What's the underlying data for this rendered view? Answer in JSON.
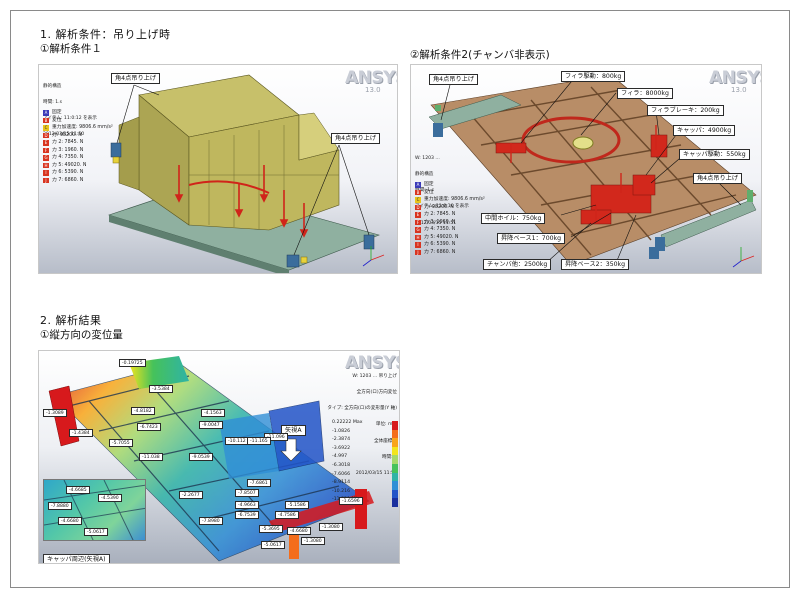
{
  "section1": {
    "title": "1. 解析条件：吊り上げ時",
    "sub1": "①解析条件１",
    "sub2": "②解析条件2(チャンバ非表示)"
  },
  "section2": {
    "title": "2. 解析結果",
    "sub1": "①縦方向の変位量"
  },
  "ansys": {
    "logo": "ANSYS",
    "version": "13.0"
  },
  "panel1": {
    "info": [
      "静的構造",
      "時間: 1.s",
      "アイテム: 11:0:12 を表示",
      "2012/03/15 11:50"
    ],
    "legend": [
      {
        "k": "A",
        "t": "固定",
        "c": "blue"
      },
      {
        "k": "B",
        "t": "変位",
        "c": "red"
      },
      {
        "k": "C",
        "t": "重力加速度: 9806.6 mm/s²",
        "c": "yellow"
      },
      {
        "k": "D",
        "t": "力: 98200. N",
        "c": "red"
      },
      {
        "k": "E",
        "t": "力 2: 7845. N",
        "c": "red"
      },
      {
        "k": "F",
        "t": "力 3: 1960. N",
        "c": "red"
      },
      {
        "k": "G",
        "t": "力 4: 7350. N",
        "c": "red"
      },
      {
        "k": "H",
        "t": "力 5: 49020. N",
        "c": "red"
      },
      {
        "k": "I",
        "t": "力 6: 5390. N",
        "c": "red"
      },
      {
        "k": "J",
        "t": "力 7: 6860. N",
        "c": "red"
      }
    ],
    "callouts": [
      "角4点吊り上げ",
      "角4点吊り上げ"
    ]
  },
  "panel2": {
    "info": [
      "W: 1203 ...",
      "静的構造",
      "時間: 1.s",
      "アイテム: 11:0:10 を表示",
      "2012/03/15 11:51"
    ],
    "legend": [
      {
        "k": "A",
        "t": "固定",
        "c": "blue"
      },
      {
        "k": "B",
        "t": "変位",
        "c": "red"
      },
      {
        "k": "C",
        "t": "重力加速度: 9806.6 mm/s²",
        "c": "yellow"
      },
      {
        "k": "D",
        "t": "力: 98200. N",
        "c": "red"
      },
      {
        "k": "E",
        "t": "力 2: 7845. N",
        "c": "red"
      },
      {
        "k": "F",
        "t": "力 3: 1960. N",
        "c": "red"
      },
      {
        "k": "G",
        "t": "力 4: 7350. N",
        "c": "red"
      },
      {
        "k": "H",
        "t": "力 5: 49020. N",
        "c": "red"
      },
      {
        "k": "I",
        "t": "力 6: 5390. N",
        "c": "red"
      },
      {
        "k": "J",
        "t": "力 7: 6860. N",
        "c": "red"
      }
    ],
    "callouts": [
      "角4点吊り上げ",
      "フィラ駆動：800kg",
      "フィラ：8000kg",
      "フィラブレーキ：200kg",
      "キャッパ：4900kg",
      "キャッパ駆動：550kg",
      "角4点吊り上げ",
      "中間ホイル：750kg",
      "昇降ベース1：700kg",
      "チャンバ他：2500kg",
      "昇降ベース2：350kg"
    ]
  },
  "panel3": {
    "info": [
      "W: 1203 ... 吊り上げ",
      "全方向(ロ)方向変位",
      "タイプ: 全方向(ロ)の変形量(Y 軸)",
      "単位: mm",
      "全体座標系",
      "時間: 1",
      "2012/03/15 11:59"
    ],
    "colorbar": [
      "0.22222 Max",
      "-1.0826",
      "-2.3874",
      "-3.6922",
      "-4.997",
      "-6.3018",
      "-7.6066",
      "-8.9114",
      "-10.216",
      "-11.521 Min"
    ],
    "colorbar_colors": [
      "#d7191c",
      "#f46d1b",
      "#f9a51a",
      "#f3e51c",
      "#a6d96a",
      "#46c25a",
      "#2fb3a6",
      "#2f8fd6",
      "#2254c8",
      "#1a2f9e"
    ],
    "values": [
      "-0.19725",
      "-1.3089",
      "-1.4384",
      "-3.5384",
      "-4.8182",
      "-4.1563",
      "-6.7423",
      "-5.7055",
      "-9.0047",
      "-11.096",
      "-10.112",
      "-11.165",
      "-11.038",
      "-9.0539",
      "-7.6861",
      "-7.8507",
      "-2.2677",
      "-4.9663",
      "-6.7539",
      "-4.7586",
      "-5.1586",
      "-1.6596",
      "-7.8980",
      "-5.3695",
      "-4.6680",
      "-1.3080",
      "-5.0617",
      "-1.3080"
    ],
    "arrow_label": "矢視A",
    "inset_values": [
      "-4.6685",
      "-4.5390",
      "-7.8880",
      "-4.6680",
      "-5.0617"
    ],
    "inset_caption": "キャッパ周辺(矢視A)"
  }
}
